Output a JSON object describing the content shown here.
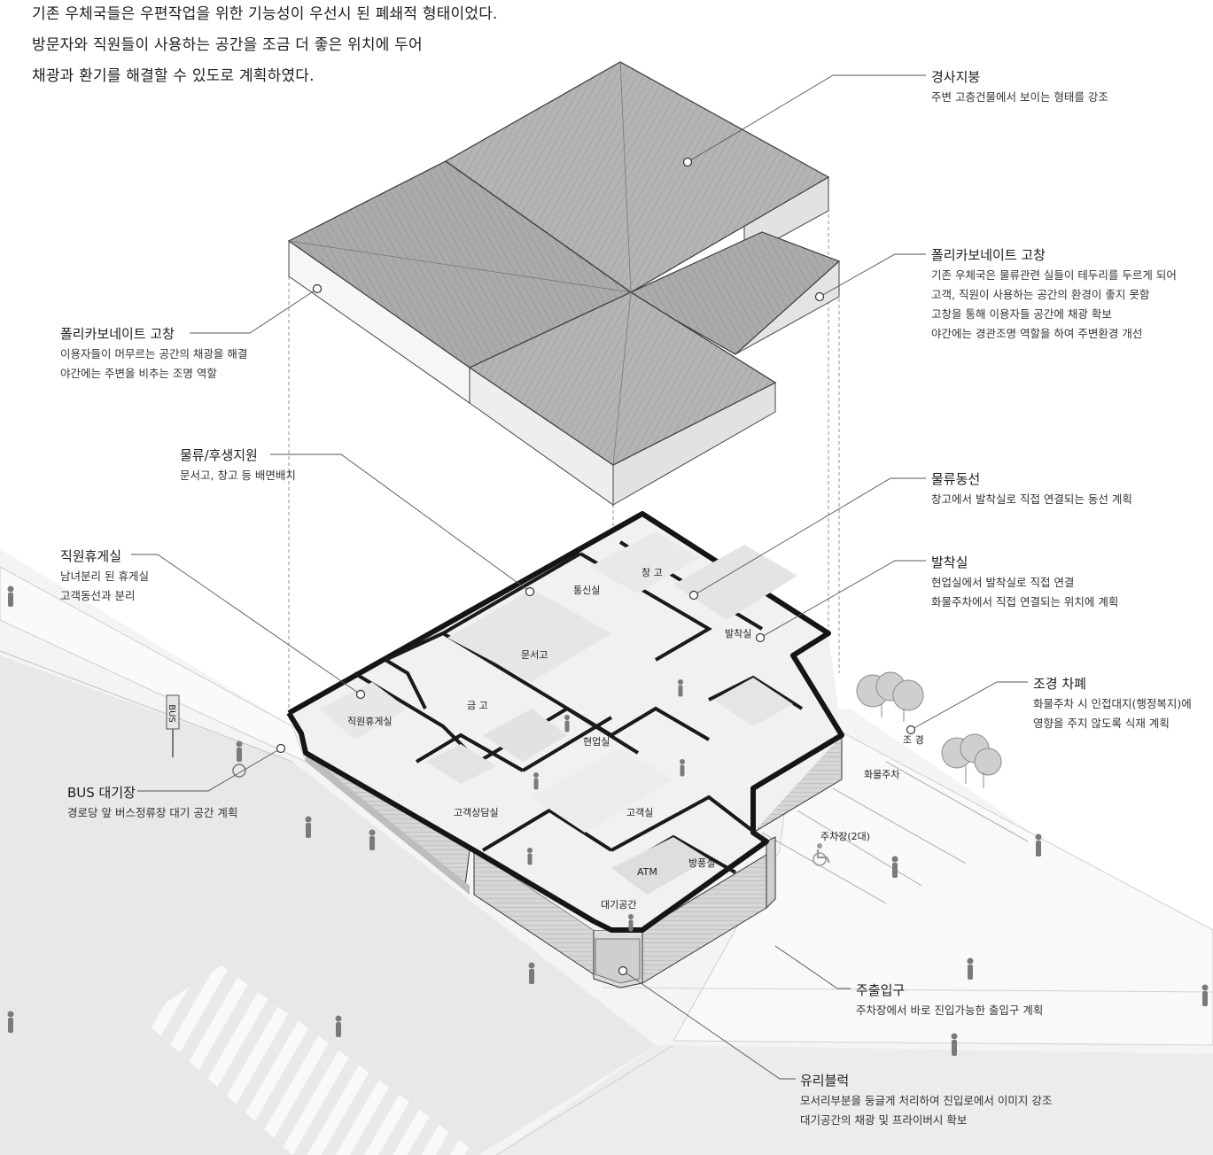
{
  "intro": [
    "기존 우체국들은 우편작업을 위한 기능성이 우선시 된 폐쇄적 형태이었다.",
    "방문자와 직원들이 사용하는 공간을 조금 더 좋은 위치에 두어",
    "채광과 환기를 해결할 수 있도로 계획하였다."
  ],
  "annotations": {
    "roof": {
      "title": "경사지붕",
      "lines": [
        "주변 고층건물에서 보이는 형태를 강조"
      ]
    },
    "clerestory_right": {
      "title": "폴리카보네이트 고창",
      "lines": [
        "기존 우체국은 물류관련 실들이 테두리를 두르게 되어",
        "고객, 직원이 사용하는 공간의 환경이 좋지 못함",
        "고창을 통해 이용자들 공간에 채광 확보",
        "야간에는 경관조명 역할을 하여 주변환경 개선"
      ]
    },
    "clerestory_left": {
      "title": "폴리카보네이트 고창",
      "lines": [
        "이용자들이 머무르는 공간의 채광을 해결",
        "야간에는 주변을 비추는 조명 역할"
      ]
    },
    "logistics_support": {
      "title": "물류/후생지원",
      "lines": [
        "문서고, 창고 등 배면배치"
      ]
    },
    "logistics_flow": {
      "title": "물류동선",
      "lines": [
        "창고에서 발착실로 직접 연결되는 동선 계획"
      ]
    },
    "dispatch": {
      "title": "발착실",
      "lines": [
        "현업실에서 발착실로 직접 연결",
        "화물주차에서 직접 연결되는 위치에 계획"
      ]
    },
    "staff_lounge": {
      "title": "직원휴게실",
      "lines": [
        "남녀분리 된 휴게실",
        "고객동선과 분리"
      ]
    },
    "landscape": {
      "title": "조경 차폐",
      "lines": [
        "화물주차 시 인접대지(행정복지)에",
        "영향을 주지 않도록 식재 계획"
      ]
    },
    "bus": {
      "title": "BUS 대기장",
      "lines": [
        "경로당 앞 버스정류장 대기 공간 계획"
      ]
    },
    "entrance": {
      "title": "주출입구",
      "lines": [
        "주차장에서 바로 진입가능한 출입구 계획"
      ]
    },
    "glass_block": {
      "title": "유리블럭",
      "lines": [
        "모서리부분을 둥글게 처리하여 진입로에서 이미지 강조",
        "대기공간의 채광 및 프라이버시 확보"
      ]
    }
  },
  "rooms": {
    "warehouse": "창 고",
    "comm": "통신실",
    "archive": "문서고",
    "dispatch": "발착실",
    "vault": "금 고",
    "lounge": "직원휴게실",
    "work": "현업실",
    "customer": "고객실",
    "consult": "고객상담실",
    "atm": "ATM",
    "windbreak": "방풍실",
    "waiting": "대기공간",
    "landscape": "조 경",
    "cargo_parking": "화물주차",
    "parking": "주차장(2대)",
    "bus_sign": "BUS"
  },
  "colors": {
    "roof": "#a9a9a9",
    "wall": "#1a1a1a",
    "paper": "#ffffff",
    "ground": "#f2f2f2",
    "line": "#555555"
  },
  "icons": [
    "leader-dot-icon",
    "accessible-parking-icon",
    "tree-icon",
    "person-icon",
    "bus-sign-icon"
  ]
}
